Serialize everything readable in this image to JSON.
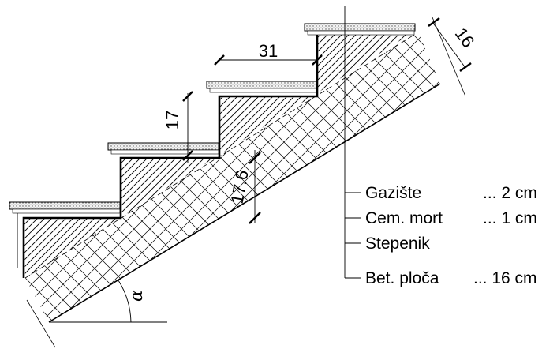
{
  "dimensions": {
    "tread_depth": "31",
    "riser_height": "17",
    "slab_thickness": "16",
    "perpendicular_thickness": "17.6",
    "angle_symbol": "α"
  },
  "legend": [
    {
      "name": "Gazište",
      "value": "... 2 cm"
    },
    {
      "name": "Cem. mort",
      "value": "... 1 cm"
    },
    {
      "name": "Stepenik",
      "value": ""
    },
    {
      "name": "Bet. ploča",
      "value": "... 16 cm"
    }
  ]
}
